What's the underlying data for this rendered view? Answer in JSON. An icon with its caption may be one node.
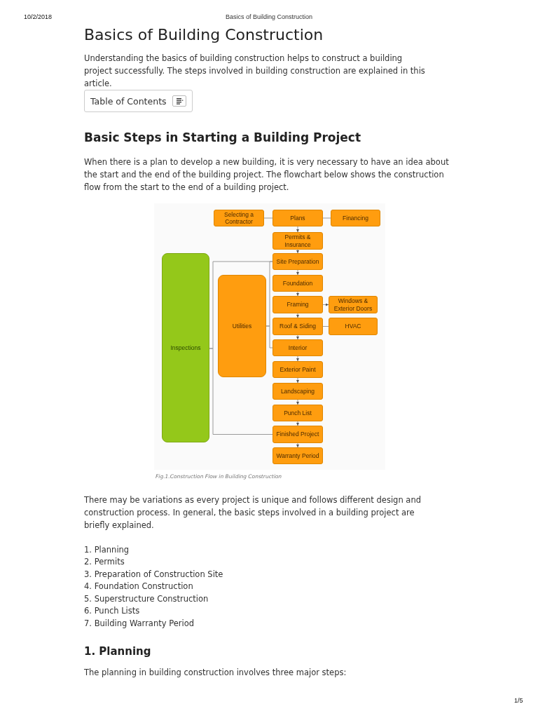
{
  "diagram": {
    "title": "Basics of Building Construction",
    "caption": "Fig.1.Construction Flow in Building Construction",
    "nodes": [
      {
        "text": [
          "Selecting a Contractor"
        ]
      },
      {
        "text": [
          "Plans"
        ]
      },
      {
        "text": [
          "Financing"
        ]
      },
      {
        "text": [
          "Permits & Insurance"
        ]
      },
      {
        "text": [
          "Site Preparation"
        ]
      },
      {
        "text": [
          "Foundation"
        ]
      },
      {
        "text": [
          "Framing"
        ]
      },
      {
        "text": [
          "Windows & Exterior Doors"
        ]
      },
      {
        "text": [
          "Roof & Siding"
        ]
      },
      {
        "text": [
          "HVAC"
        ]
      },
      {
        "text": [
          "Interior"
        ]
      },
      {
        "text": [
          "Exterior Paint"
        ]
      },
      {
        "text": [
          "Landscaping"
        ]
      },
      {
        "text": [
          "Punch List"
        ]
      },
      {
        "text": [
          "Finished Project"
        ]
      },
      {
        "text": [
          "Warranty Period"
        ]
      },
      {
        "text": [
          "Inspections"
        ]
      },
      {
        "text": [
          "Utilities"
        ]
      }
    ],
    "edges": [
      {
        "from": 0,
        "to": 1,
        "arrow": "none"
      },
      {
        "from": 1,
        "to": 2,
        "arrow": "none"
      },
      {
        "from": 1,
        "to": 3,
        "arrow": "to"
      },
      {
        "from": 3,
        "to": 4,
        "arrow": "to"
      },
      {
        "from": 4,
        "to": 5,
        "arrow": "to"
      },
      {
        "from": 5,
        "to": 6,
        "arrow": "to"
      },
      {
        "from": 6,
        "to": 7,
        "arrow": "to"
      },
      {
        "from": 6,
        "to": 8,
        "arrow": "to"
      },
      {
        "from": 8,
        "to": 9,
        "arrow": "none"
      },
      {
        "from": 8,
        "to": 10,
        "arrow": "to"
      },
      {
        "from": 10,
        "to": 11,
        "arrow": "to"
      },
      {
        "from": 11,
        "to": 12,
        "arrow": "to"
      },
      {
        "from": 12,
        "to": 13,
        "arrow": "to"
      },
      {
        "from": 13,
        "to": 14,
        "arrow": "to"
      },
      {
        "from": 14,
        "to": 15,
        "arrow": "to"
      },
      {
        "from": 16,
        "to": 4,
        "arrow": "none"
      },
      {
        "from": 16,
        "to": 14,
        "arrow": "none"
      },
      {
        "from": 17,
        "to": 4,
        "arrow": "none"
      },
      {
        "from": 17,
        "to": 10,
        "arrow": "none"
      }
    ],
    "labels": [
      "10/2/2018",
      "Basics of Building Construction",
      "Understanding the basics of building construction helps to construct a building project successfully. The steps involved in building construction are explained in this article.",
      "Table of Contents",
      "Basic Steps in Starting a Building Project",
      "When there is a plan to develop a new building, it is very necessary to have an idea about the start and the end of the building project. The flowchart below shows the construction flow from the start to the end of a building project.",
      "There may be variations as every project is unique and follows different design and construction process. In general, the basic steps involved in a building project are briefly explained.",
      "1. Planning",
      "2. Permits",
      "3. Preparation of Construction Site",
      "4. Foundation Construction",
      "5. Superstructure Construction",
      "6. Punch Lists",
      "7. Building Warranty Period",
      "1. Planning",
      "The planning in building construction involves three major steps:",
      "1/5"
    ]
  }
}
